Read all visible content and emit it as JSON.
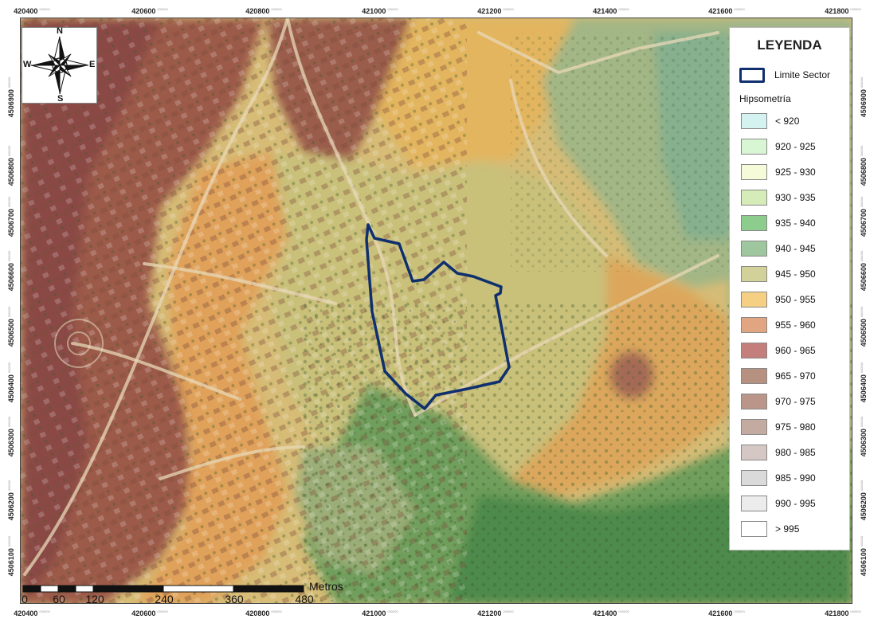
{
  "map": {
    "axis_top": [
      "420400",
      "420600",
      "420800",
      "421000",
      "421200",
      "421400",
      "421600",
      "421800"
    ],
    "axis_bottom": [
      "420400",
      "420600",
      "420800",
      "421000",
      "421200",
      "421400",
      "421600",
      "421800"
    ],
    "axis_left": [
      "4506900",
      "4506800",
      "4506700",
      "4506600",
      "4506500",
      "4506400",
      "4506300",
      "4506200",
      "4506100"
    ],
    "axis_right": [
      "4506900",
      "4506800",
      "4506700",
      "4506600",
      "4506500",
      "4506400",
      "4506300",
      "4506200",
      "4506100"
    ],
    "tick_suffix": "000000",
    "colors": {
      "frame": "#444444",
      "boundary": "#0f2f6e"
    }
  },
  "north_arrow": {
    "n": "N",
    "s": "S",
    "e": "E",
    "w": "W"
  },
  "legend": {
    "title": "LEYENDA",
    "limit_label": "Limite Sector",
    "hipso_label": "Hipsometría",
    "classes": [
      {
        "label": "< 920",
        "color": "#d4f2f0"
      },
      {
        "label": "920 - 925",
        "color": "#d8f5d4"
      },
      {
        "label": "925 - 930",
        "color": "#f5fbd8"
      },
      {
        "label": "930 - 935",
        "color": "#d5ebb8"
      },
      {
        "label": "935 - 940",
        "color": "#8ccc8c"
      },
      {
        "label": "940 - 945",
        "color": "#9fc79f"
      },
      {
        "label": "945 - 950",
        "color": "#d3d19a"
      },
      {
        "label": "950 - 955",
        "color": "#f5d084"
      },
      {
        "label": "955 - 960",
        "color": "#e2a581"
      },
      {
        "label": "960 - 965",
        "color": "#c47f7c"
      },
      {
        "label": "965 - 970",
        "color": "#b69180"
      },
      {
        "label": "970 - 975",
        "color": "#b9958a"
      },
      {
        "label": "975 - 980",
        "color": "#c4aba1"
      },
      {
        "label": "980 - 985",
        "color": "#d4c7c4"
      },
      {
        "label": "985 - 990",
        "color": "#dadada"
      },
      {
        "label": "990 - 995",
        "color": "#ececec"
      },
      {
        "label": "> 995",
        "color": "#ffffff"
      }
    ]
  },
  "scale_bar": {
    "unit": "Metros",
    "labels": [
      "0",
      "60",
      "120",
      "240",
      "360",
      "480"
    ]
  }
}
